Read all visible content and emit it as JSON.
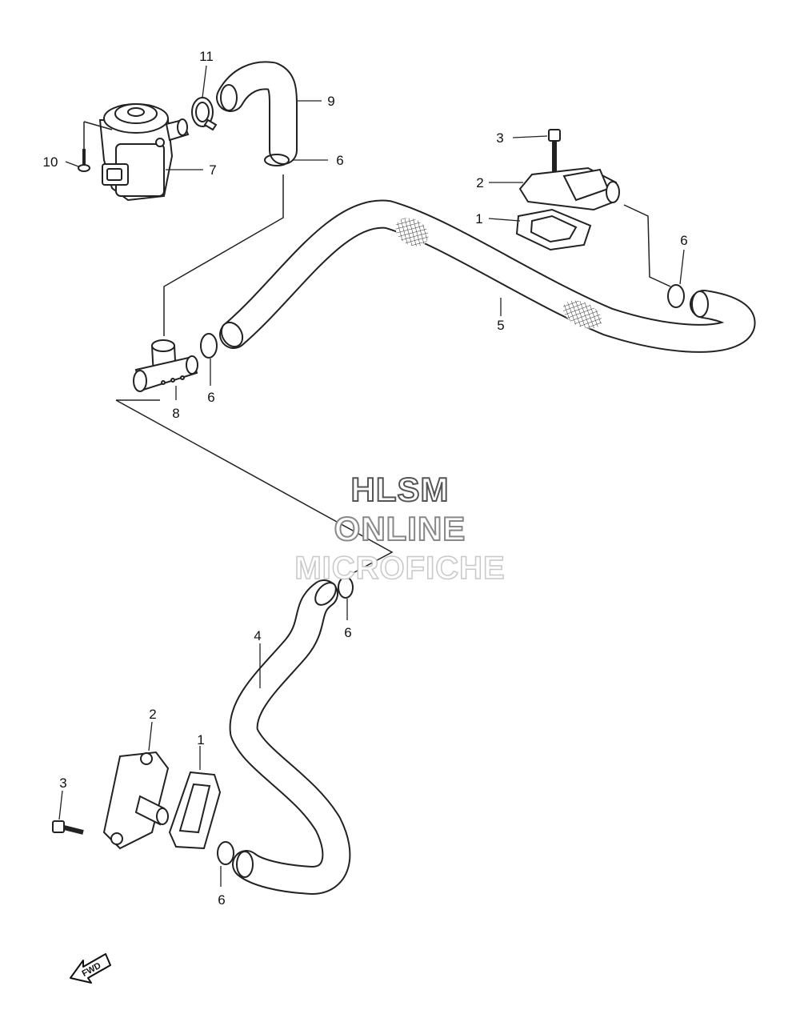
{
  "watermark": {
    "line1": "HLSM",
    "line2": "ONLINE",
    "line3": "MICROFICHE"
  },
  "direction_arrow": {
    "label": "FWD",
    "icon": "fwd-arrow-icon"
  },
  "callouts": {
    "c11": "11",
    "c9": "9",
    "c10": "10",
    "c7": "7",
    "c6_top": "6",
    "c3_top": "3",
    "c2_top": "2",
    "c1_top": "1",
    "c6_right": "6",
    "c5": "5",
    "c8": "8",
    "c6_mid": "6",
    "c6_center": "6",
    "c4": "4",
    "c2_bottom": "2",
    "c1_bottom": "1",
    "c3_bottom": "3",
    "c6_bottom": "6"
  }
}
